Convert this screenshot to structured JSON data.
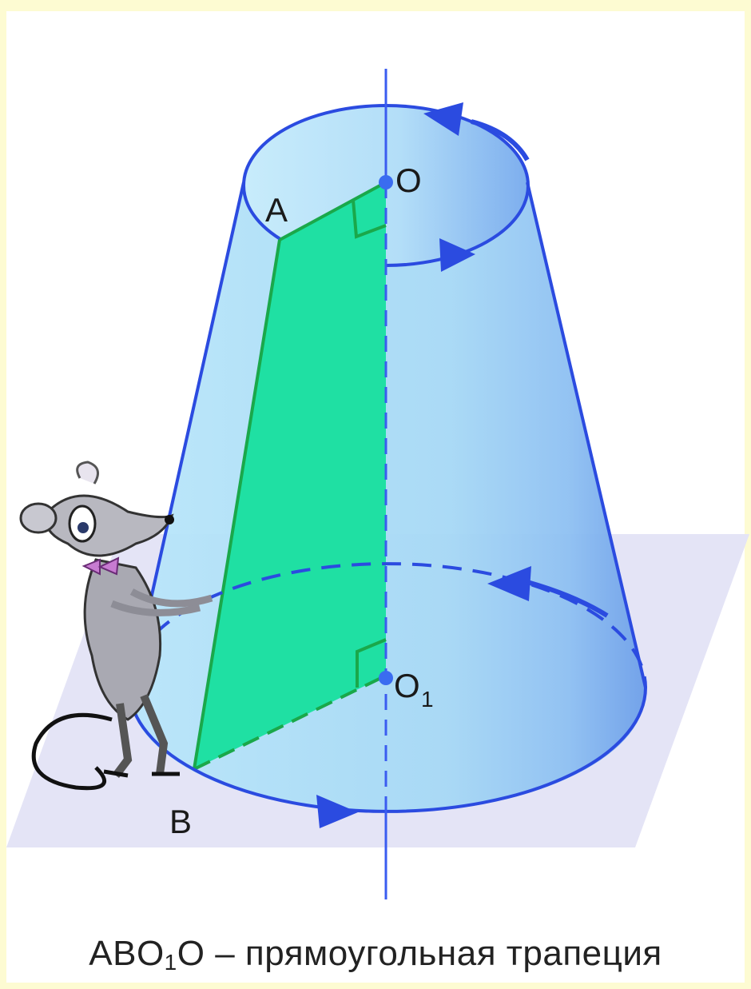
{
  "points": {
    "A": "A",
    "B": "B",
    "O": "O",
    "O1_main": "O",
    "O1_sub": "1"
  },
  "caption": {
    "prefix": "ABO",
    "sub": "1",
    "suffix": "O – прямоугольная трапеция"
  },
  "colors": {
    "background": "#fdfbd2",
    "plane": "#e6e6f7",
    "frustum_fill": "#a9dcf5",
    "frustum_dark": "#6fa6ea",
    "outline": "#2b4be0",
    "section": "#1ee0a0",
    "section_edge": "#1aa84a",
    "axis": "#3a5cf0"
  },
  "icons": [
    "mouse-character-icon",
    "right-angle-mark-icon",
    "rotation-arrow-icon"
  ]
}
